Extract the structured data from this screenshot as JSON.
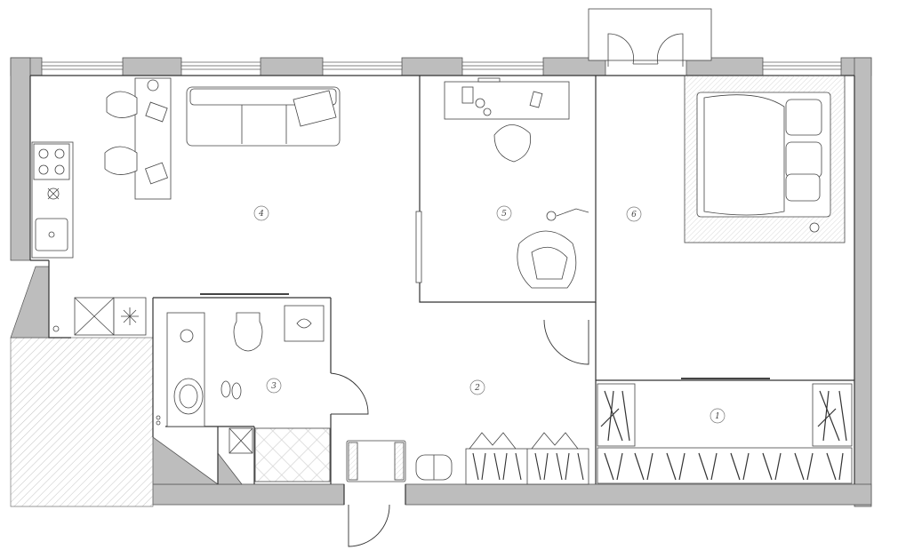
{
  "plan": {
    "rooms": [
      {
        "id": "room-1",
        "number": "1"
      },
      {
        "id": "room-2",
        "number": "2"
      },
      {
        "id": "room-3",
        "number": "3"
      },
      {
        "id": "room-4",
        "number": "4"
      },
      {
        "id": "room-5",
        "number": "5"
      },
      {
        "id": "room-6",
        "number": "6"
      }
    ],
    "colors": {
      "wall": "#bdbdbd",
      "line": "#333333",
      "hatch": "#b5b5b5",
      "background": "#ffffff"
    }
  }
}
